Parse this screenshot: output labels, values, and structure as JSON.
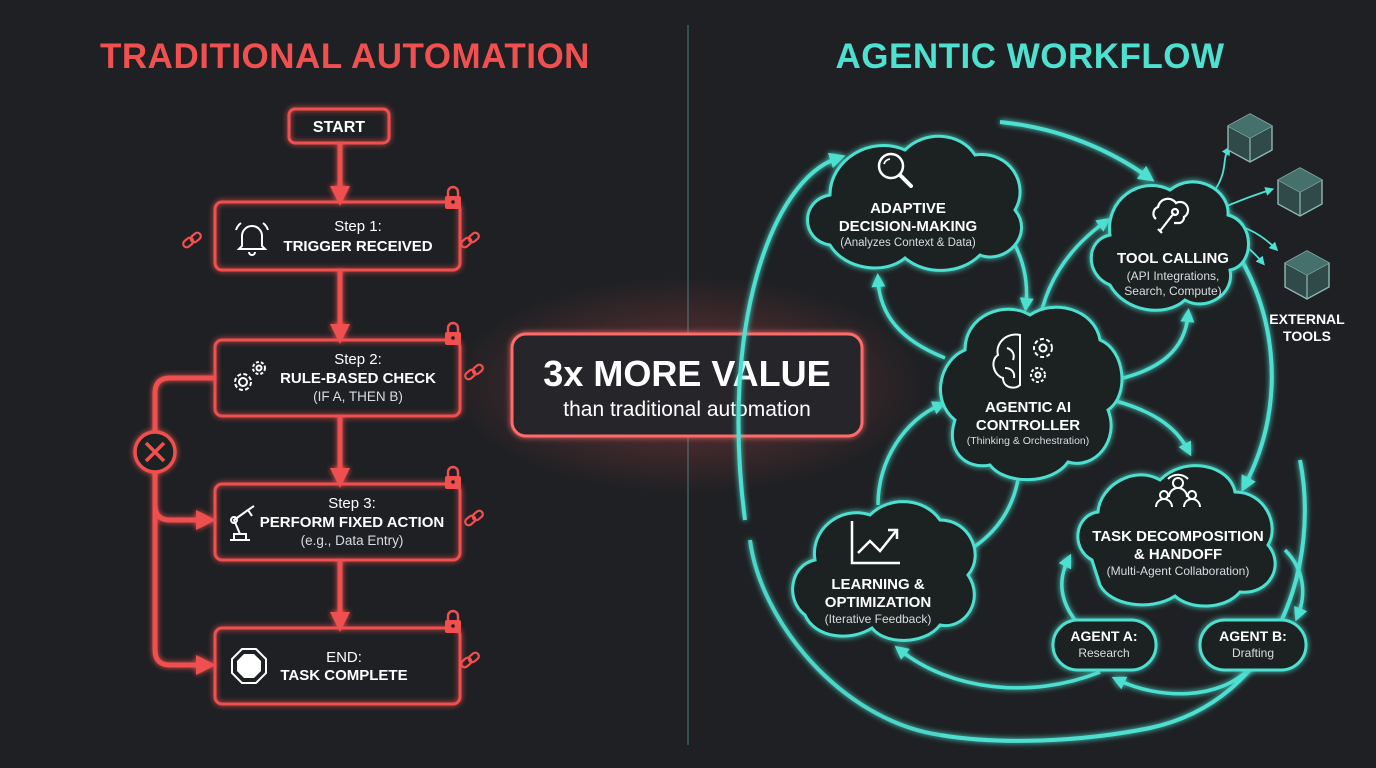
{
  "left": {
    "title": "TRADITIONAL AUTOMATION",
    "start": "START",
    "steps": [
      {
        "heading": "Step 1:",
        "title": "TRIGGER RECEIVED",
        "sub": ""
      },
      {
        "heading": "Step 2:",
        "title": "RULE-BASED CHECK",
        "sub": "(IF A, THEN B)"
      },
      {
        "heading": "Step 3:",
        "title": "PERFORM FIXED ACTION",
        "sub": "(e.g., Data Entry)"
      },
      {
        "heading": "END:",
        "title": "TASK COMPLETE",
        "sub": ""
      }
    ]
  },
  "center": {
    "headline": "3x MORE VALUE",
    "subline": "than traditional automation"
  },
  "right": {
    "title": "AGENTIC WORKFLOW",
    "controller": {
      "title1": "AGENTIC AI",
      "title2": "CONTROLLER",
      "sub": "(Thinking & Orchestration)"
    },
    "adaptive": {
      "title1": "ADAPTIVE",
      "title2": "DECISION-MAKING",
      "sub": "(Analyzes Context & Data)"
    },
    "tool": {
      "title": "TOOL CALLING",
      "sub1": "(API Integrations,",
      "sub2": "Search, Compute)"
    },
    "external": {
      "line1": "EXTERNAL",
      "line2": "TOOLS"
    },
    "task": {
      "title1": "TASK DECOMPOSITION",
      "title2": "& HANDOFF",
      "sub": "(Multi-Agent Collaboration)"
    },
    "learning": {
      "title1": "LEARNING &",
      "title2": "OPTIMIZATION",
      "sub": "(Iterative Feedback)"
    },
    "agent_a": {
      "title": "AGENT A:",
      "sub": "Research"
    },
    "agent_b": {
      "title": "AGENT B:",
      "sub": "Drafting"
    }
  },
  "colors": {
    "red": "#f05050",
    "teal": "#4ee0d0",
    "background": "#1e2023"
  }
}
